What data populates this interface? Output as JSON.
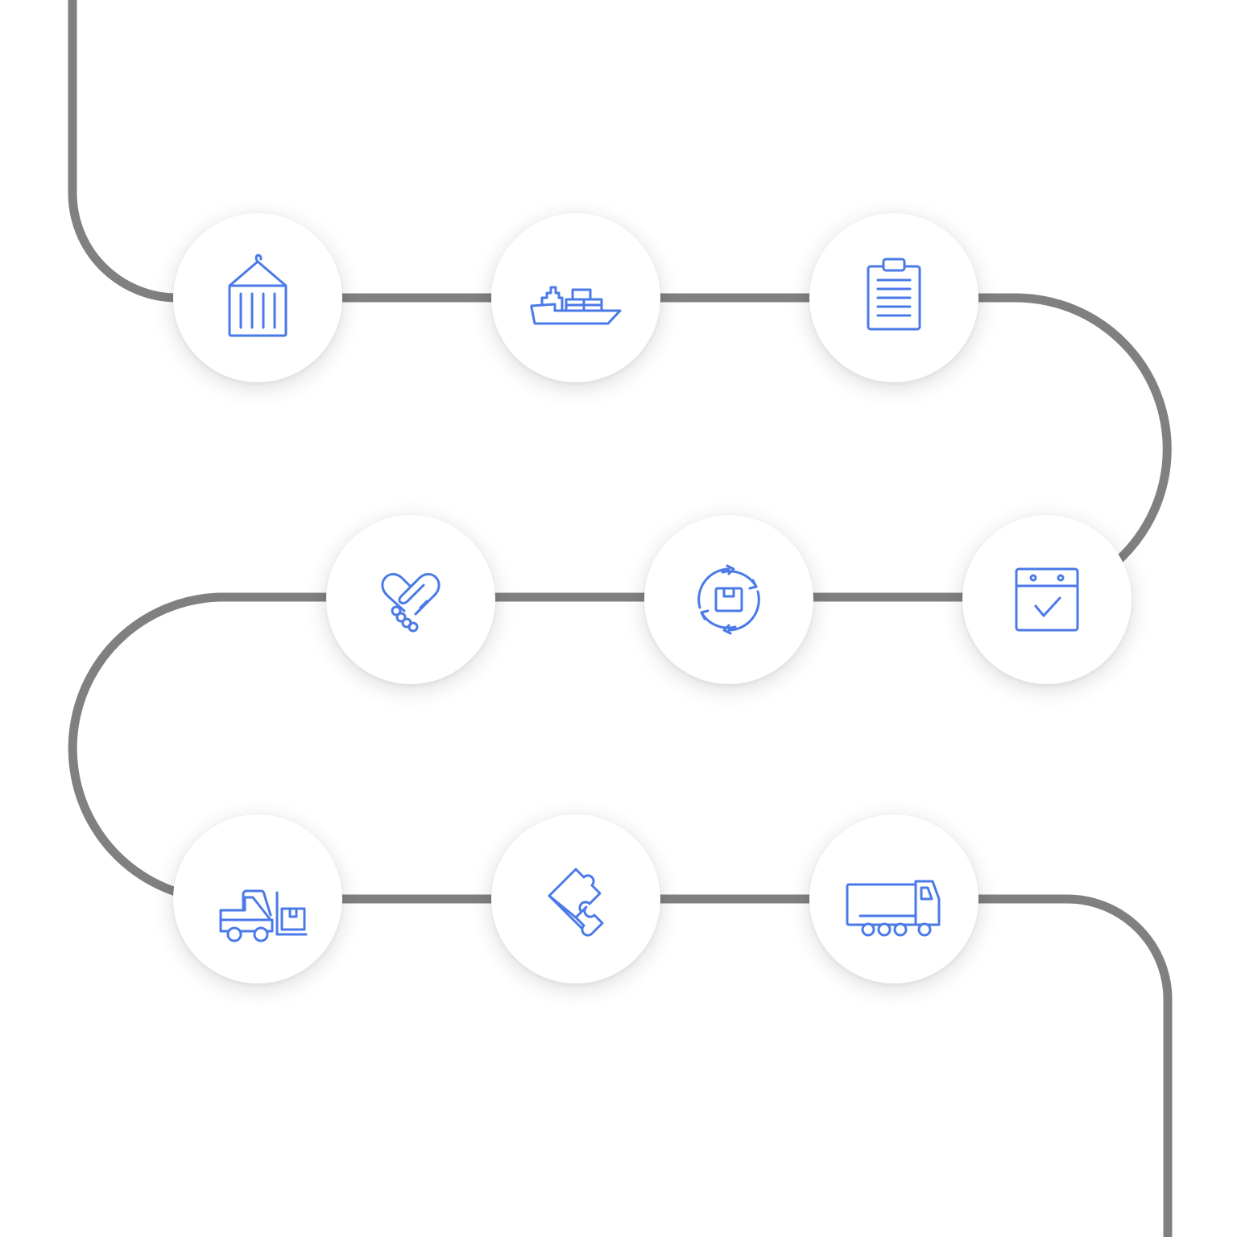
{
  "diagram": {
    "path_color": "#808080",
    "icon_color": "#4a7ae8",
    "node_fill": "#ffffff",
    "steps": [
      {
        "id": "container",
        "icon": "cargo-container-icon",
        "label": ""
      },
      {
        "id": "ship",
        "icon": "cargo-ship-icon",
        "label": ""
      },
      {
        "id": "clipboard",
        "icon": "clipboard-icon",
        "label": ""
      },
      {
        "id": "calendar",
        "icon": "calendar-check-icon",
        "label": ""
      },
      {
        "id": "supply",
        "icon": "package-cycle-icon",
        "label": ""
      },
      {
        "id": "handshake",
        "icon": "handshake-heart-icon",
        "label": ""
      },
      {
        "id": "forklift",
        "icon": "forklift-icon",
        "label": ""
      },
      {
        "id": "puzzle",
        "icon": "puzzle-icon",
        "label": ""
      },
      {
        "id": "truck",
        "icon": "truck-icon",
        "label": ""
      }
    ]
  }
}
